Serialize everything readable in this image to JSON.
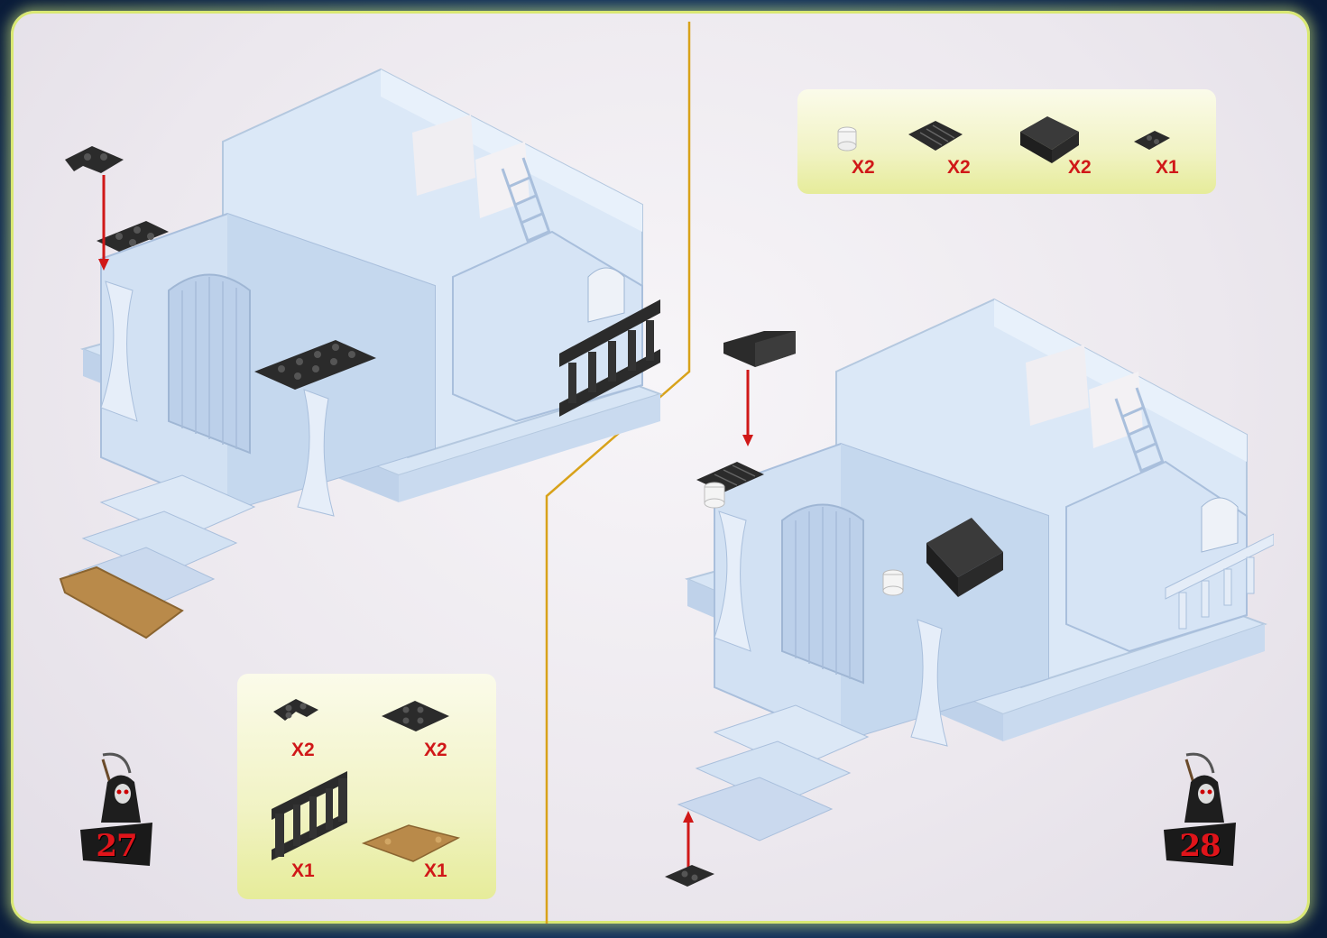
{
  "steps": [
    {
      "number": "27",
      "parts": [
        {
          "icon": "black-corner-plate-icon",
          "qty": "X2"
        },
        {
          "icon": "black-plate-2x2-icon",
          "qty": "X2"
        },
        {
          "icon": "black-balustrade-fence-icon",
          "qty": "X1"
        },
        {
          "icon": "tan-wedge-plate-icon",
          "qty": "X1"
        }
      ]
    },
    {
      "number": "28",
      "parts": [
        {
          "icon": "clear-round-brick-icon",
          "qty": "X2"
        },
        {
          "icon": "black-grille-tile-icon",
          "qty": "X2"
        },
        {
          "icon": "black-slope-brick-icon",
          "qty": "X2"
        },
        {
          "icon": "black-plate-1x2-icon",
          "qty": "X1"
        }
      ]
    }
  ],
  "colors": {
    "accent_red": "#d01818",
    "divider_gold": "#d8a21a",
    "brick_light_blue": "#cfdff2",
    "part_black": "#2b2b2b",
    "part_tan": "#b98a4a"
  }
}
